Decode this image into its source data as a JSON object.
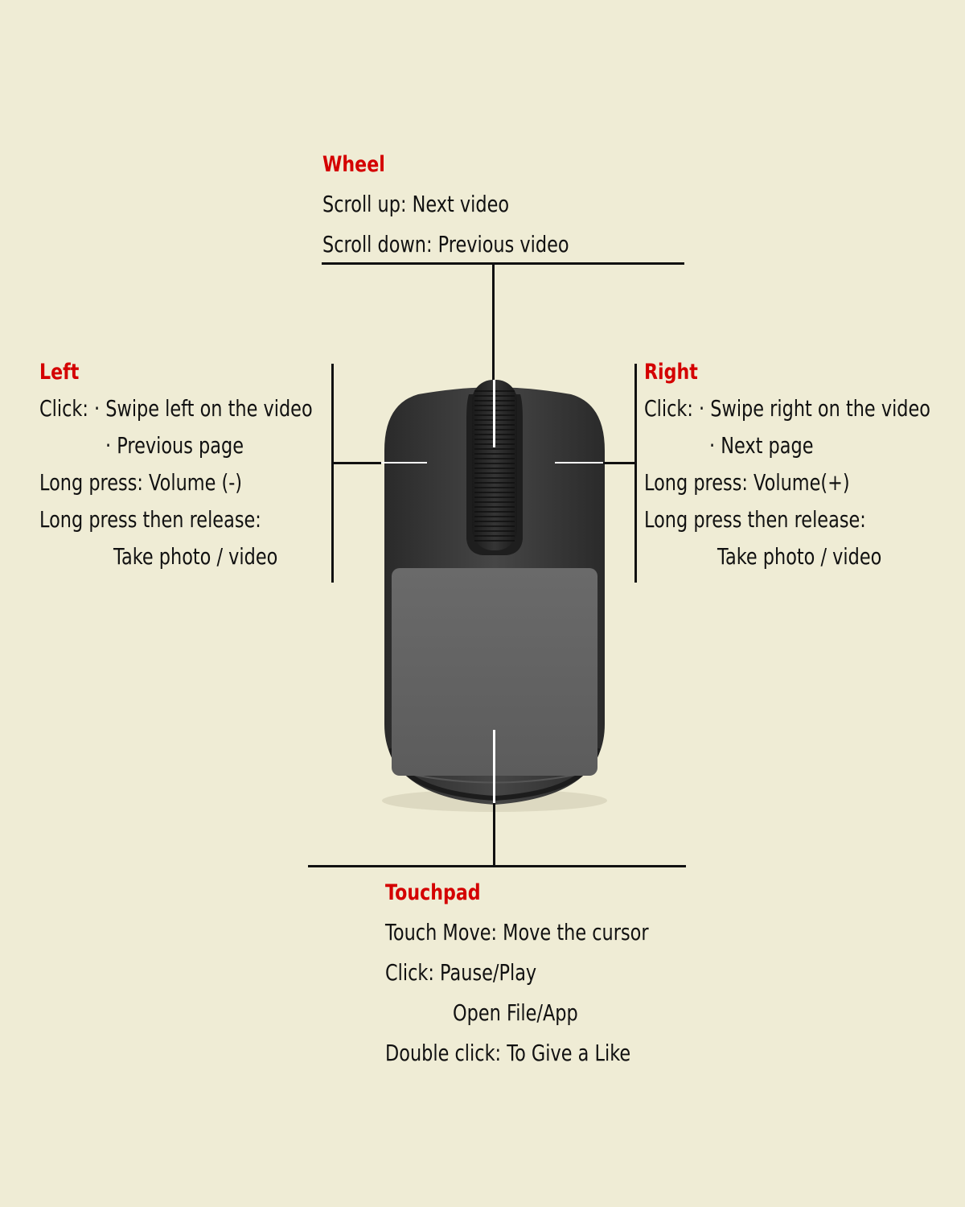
{
  "colors": {
    "background": "#efecd5",
    "title_red": "#d40000",
    "text": "#111111",
    "mouse_body": "#3a3a3a",
    "touchpad": "#636363"
  },
  "icons": [
    "computer-mouse-icon"
  ],
  "wheel": {
    "title": "Wheel",
    "lines": [
      "Scroll up: Next video",
      "Scroll down: Previous video"
    ]
  },
  "left": {
    "title": "Left",
    "lines": [
      "Click: · Swipe left on the video",
      "· Previous page",
      "Long press: Volume (-)",
      "Long press then release:",
      "Take photo / video"
    ]
  },
  "right": {
    "title": "Right",
    "lines": [
      "Click: · Swipe right on the video",
      "· Next page",
      "Long press: Volume(+)",
      "Long press then release:",
      "Take photo / video"
    ]
  },
  "touchpad": {
    "title": "Touchpad",
    "lines": [
      "Touch Move: Move the cursor",
      "Click: Pause/Play",
      "Open File/App",
      "Double click: To Give a Like"
    ]
  }
}
